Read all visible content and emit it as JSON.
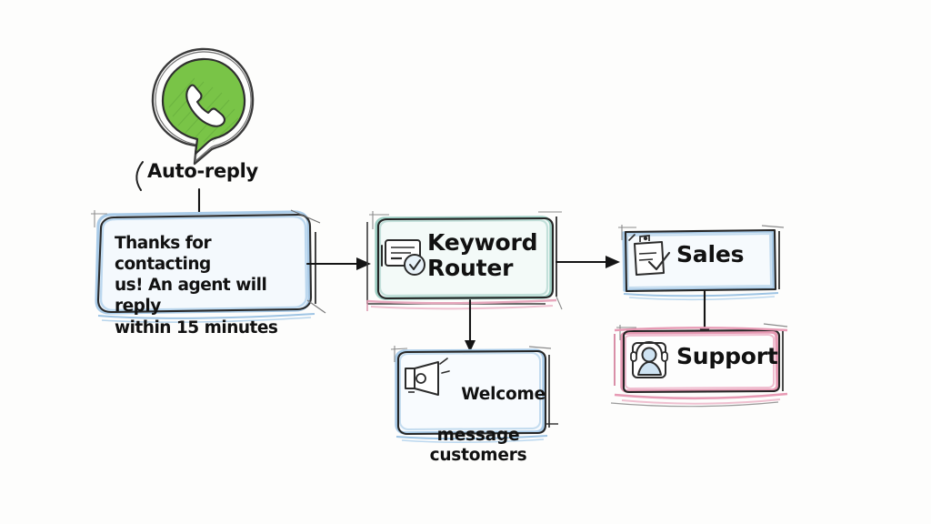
{
  "diagram": {
    "title": "WhatsApp auto-reply keyword routing flow",
    "background_color": "#fdfdfc",
    "ink_color": "#1a1a1a",
    "style": "hand-drawn pencil sketch"
  },
  "logo": {
    "name": "whatsapp-logo",
    "fill_color": "#76c043",
    "outline_color": "#2b2b2b"
  },
  "labels": {
    "auto_reply": "Auto-reply"
  },
  "nodes": [
    {
      "id": "auto-reply-message",
      "text": "Thanks for contacting\nus! An agent will reply\nwithin 15 minutes",
      "accent_color": "#a9cbe8",
      "fill_color": "#f4f9fd",
      "icon": null
    },
    {
      "id": "keyword-router",
      "text": "Keyword\nRouter",
      "accent_color": "#9ecfc4",
      "secondary_accent_color": "#e7a8bd",
      "fill_color": "#f3faf8",
      "icon": "card-check-icon"
    },
    {
      "id": "sales",
      "text": "Sales",
      "accent_color": "#a9cbe8",
      "fill_color": "#f6fafd",
      "icon": "clipboard-check-icon"
    },
    {
      "id": "support",
      "text": "Support",
      "accent_color": "#e79ab4",
      "fill_color": "#fdfdfd",
      "icon": "headset-person-icon"
    },
    {
      "id": "welcome-message",
      "text_line_1": "Welcome",
      "text_line_2": "message",
      "text_line_3": "customers",
      "accent_color": "#a9cbe8",
      "fill_color": "#f8fbfe",
      "icon": "megaphone-icon"
    }
  ],
  "connectors": [
    {
      "id": "logo-to-message",
      "from": "whatsapp-logo",
      "to": "auto-reply-message",
      "direction": "down"
    },
    {
      "id": "message-to-router",
      "from": "auto-reply-message",
      "to": "keyword-router",
      "direction": "right"
    },
    {
      "id": "router-to-sales",
      "from": "keyword-router",
      "to": "sales",
      "direction": "right"
    },
    {
      "id": "router-to-welcome",
      "from": "keyword-router",
      "to": "welcome-message",
      "direction": "down"
    },
    {
      "id": "sales-to-support",
      "from": "sales",
      "to": "support",
      "direction": "down"
    }
  ]
}
